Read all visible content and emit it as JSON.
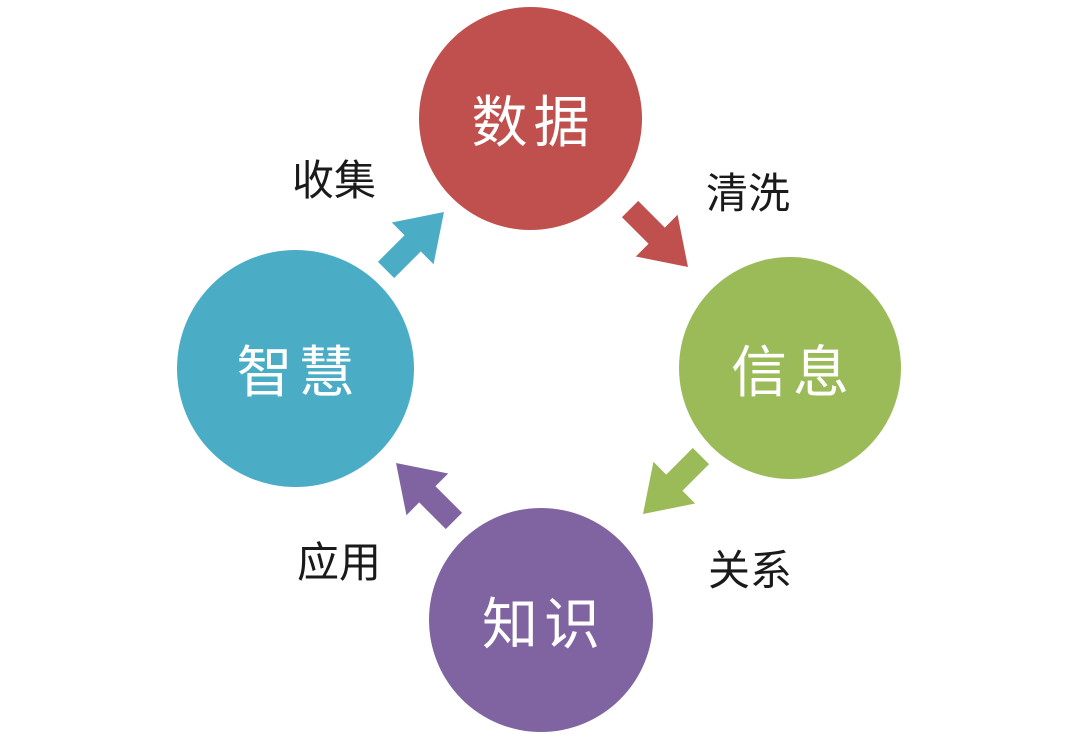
{
  "diagram": {
    "type": "cycle",
    "background": "#FFFFFF",
    "node_text_color": "#FFFFFF",
    "edge_label_color": "#1A1A1A"
  },
  "nodes": [
    {
      "id": "data",
      "label": "数据",
      "color": "#C0504D"
    },
    {
      "id": "information",
      "label": "信息",
      "color": "#9BBB59"
    },
    {
      "id": "knowledge",
      "label": "知识",
      "color": "#8064A2"
    },
    {
      "id": "wisdom",
      "label": "智慧",
      "color": "#4BACC6"
    }
  ],
  "arrows": [
    {
      "id": "collect",
      "label": "收集",
      "from": "wisdom",
      "to": "data",
      "color": "#4BACC6",
      "direction": "up-right"
    },
    {
      "id": "clean",
      "label": "清洗",
      "from": "data",
      "to": "information",
      "color": "#C0504D",
      "direction": "down-right"
    },
    {
      "id": "relate",
      "label": "关系",
      "from": "information",
      "to": "knowledge",
      "color": "#9BBB59",
      "direction": "down-left"
    },
    {
      "id": "apply",
      "label": "应用",
      "from": "knowledge",
      "to": "wisdom",
      "color": "#8064A2",
      "direction": "up-left"
    }
  ]
}
